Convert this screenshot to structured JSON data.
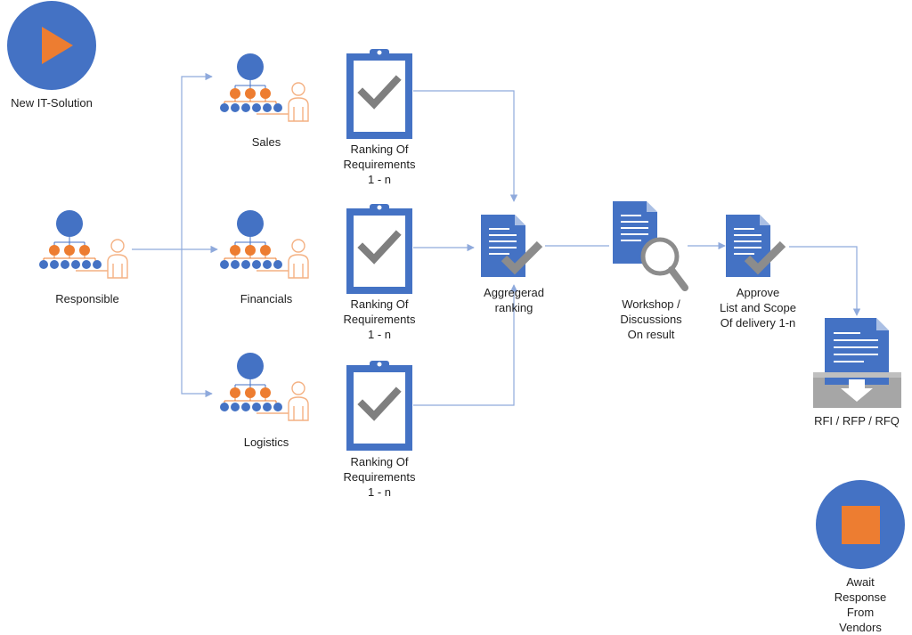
{
  "colors": {
    "blue": "#4472C4",
    "orange": "#ED7D31",
    "check_gray": "#8C8C8C",
    "connector": "#8FAADC",
    "tray_gray": "#A6A6A6"
  },
  "start": {
    "label": "New IT-Solution",
    "icon": "play-icon"
  },
  "end": {
    "label": "Await Response\nFrom Vendors",
    "icon": "stop-icon"
  },
  "responsible": {
    "label": "Responsible",
    "icon": "org-hierarchy-person-icon"
  },
  "departments": [
    {
      "label": "Sales",
      "icon": "org-hierarchy-person-icon"
    },
    {
      "label": "Financials",
      "icon": "org-hierarchy-person-icon"
    },
    {
      "label": "Logistics",
      "icon": "org-hierarchy-person-icon"
    }
  ],
  "rankings": [
    {
      "label": "Ranking  Of\nRequirements\n1 - n",
      "icon": "clipboard-check-icon"
    },
    {
      "label": "Ranking  Of\nRequirements\n1 - n",
      "icon": "clipboard-check-icon"
    },
    {
      "label": "Ranking  Of\nRequirements\n1 - n",
      "icon": "clipboard-check-icon"
    }
  ],
  "aggregated": {
    "label": "Aggregerad\nranking",
    "icon": "document-check-icon"
  },
  "workshop": {
    "label": "Workshop /\nDiscussions\nOn result",
    "icon": "document-search-icon"
  },
  "approve": {
    "label": "Approve\nList and Scope\nOf delivery 1-n",
    "icon": "document-check-icon"
  },
  "rfx": {
    "label": "RFI / RFP / RFQ",
    "icon": "document-inbox-icon"
  }
}
